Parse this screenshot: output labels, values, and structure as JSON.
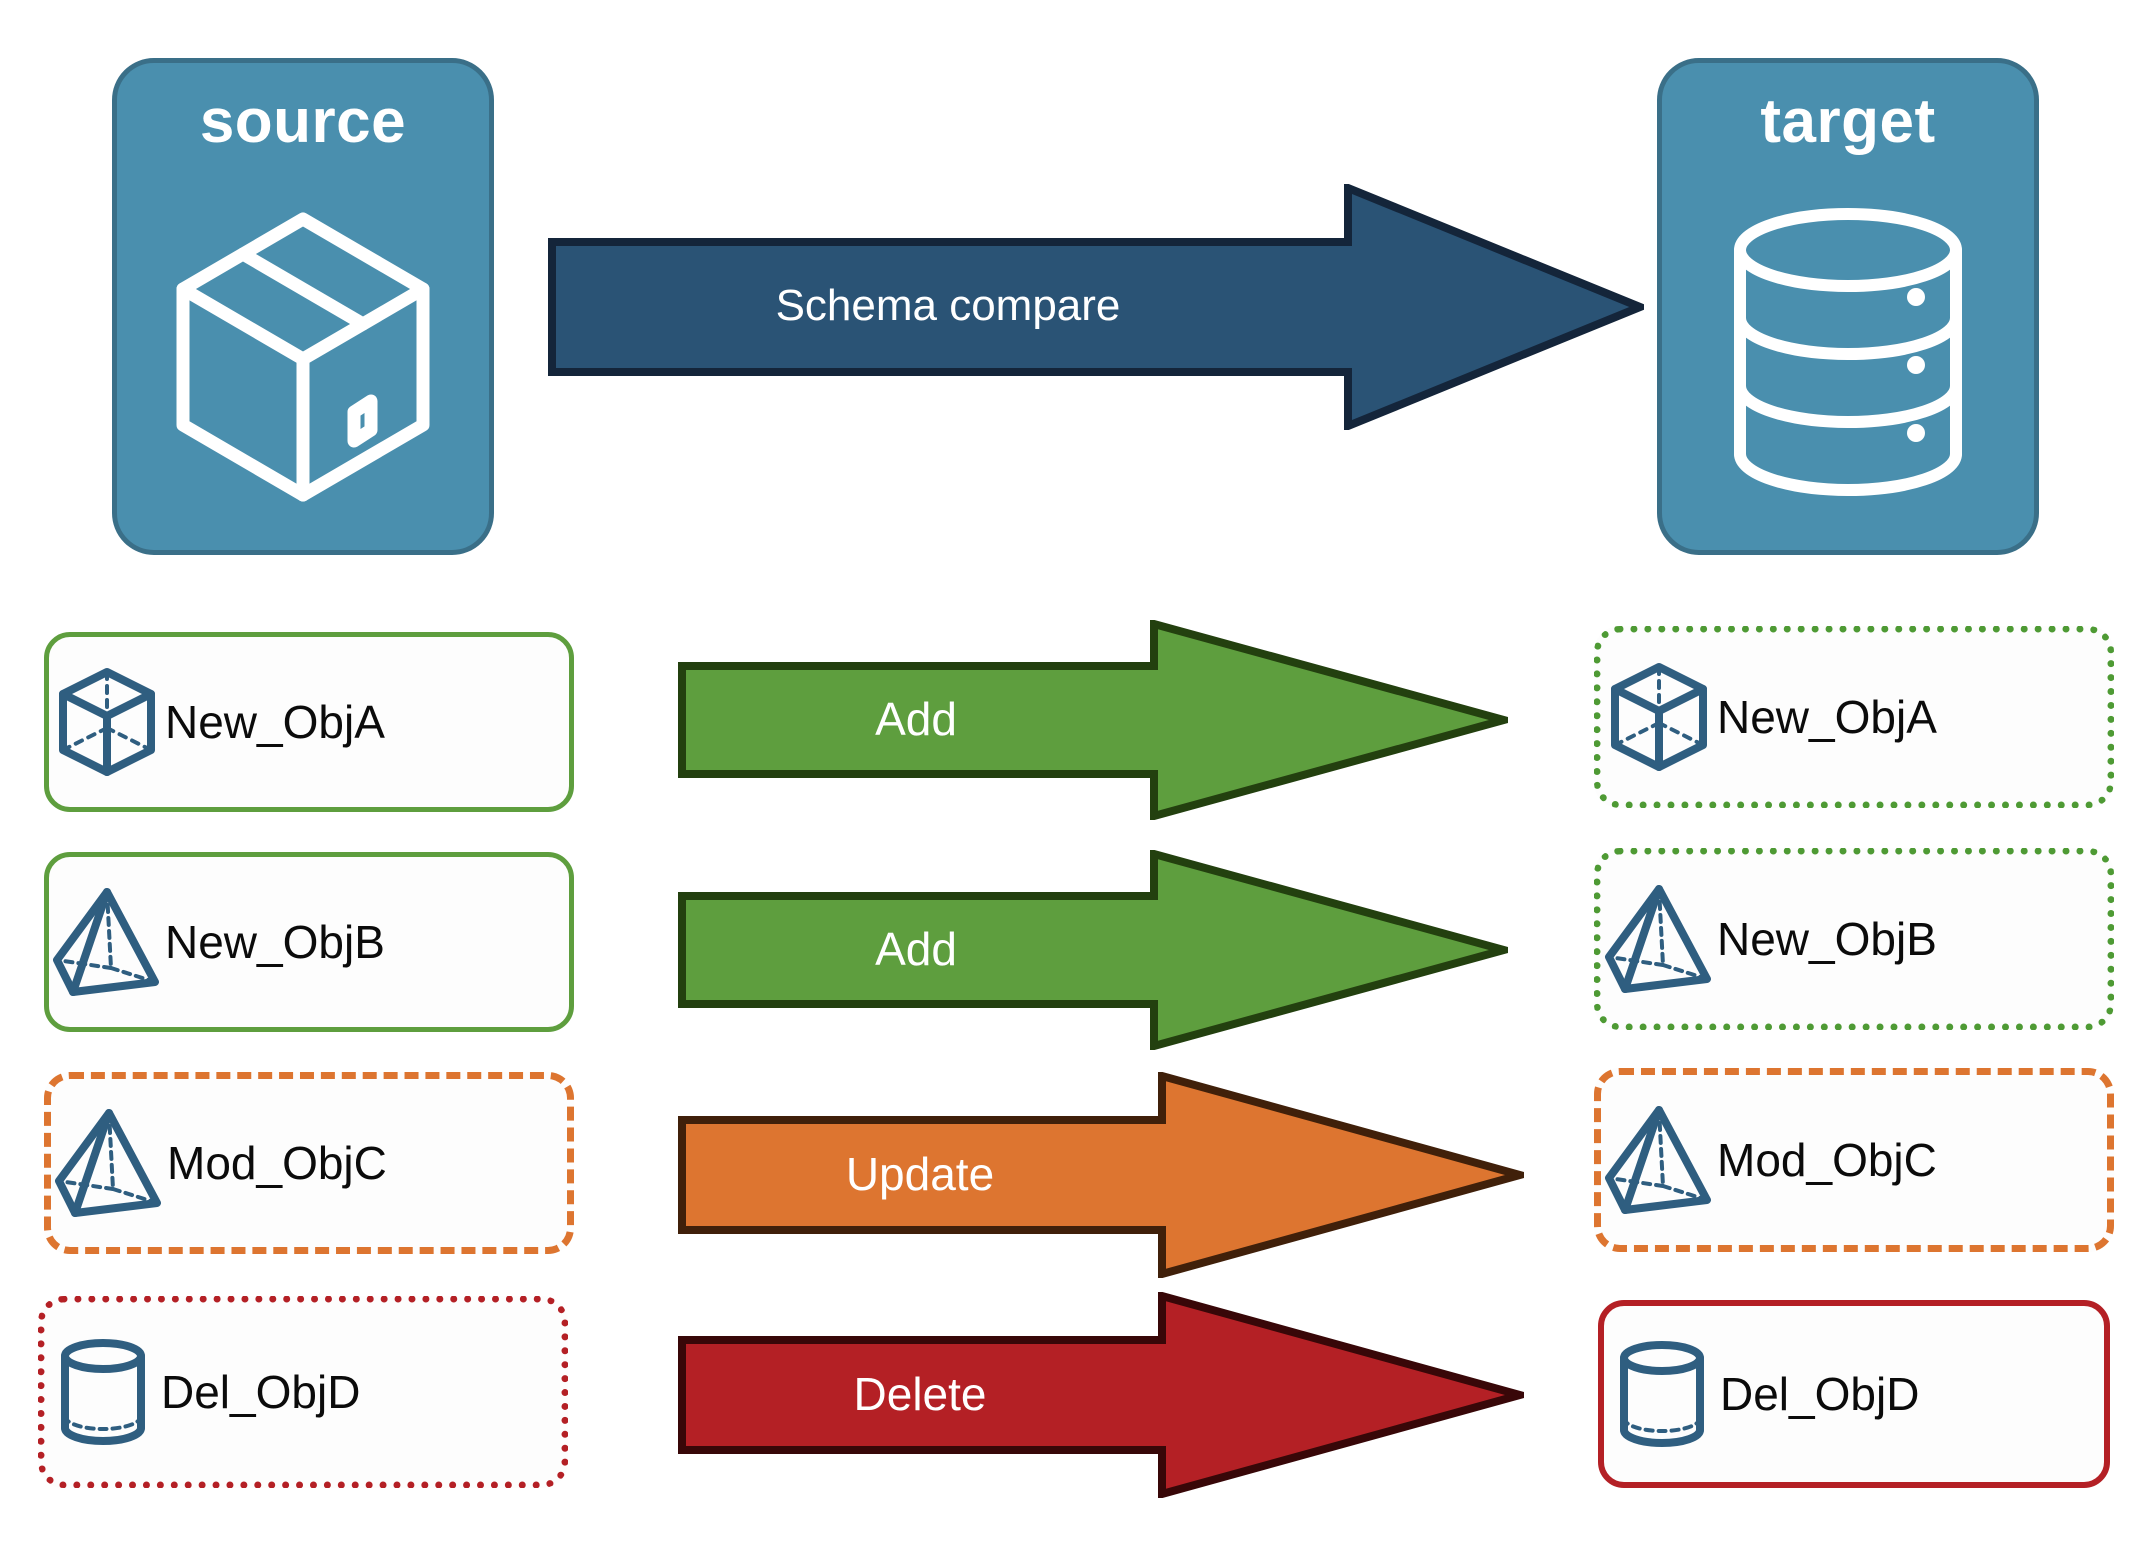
{
  "diagram": {
    "title_source": "source",
    "title_target": "target",
    "compare_arrow_label": "Schema compare",
    "source_icon": "package-box-icon",
    "target_icon": "database-cylinder-icon"
  },
  "colors": {
    "endpoint_fill": "#4A8FAE",
    "endpoint_stroke": "#3A6F88",
    "compare_arrow_fill": "#2A5375",
    "compare_arrow_stroke": "#14253A",
    "add_fill": "#5E9E3E",
    "add_stroke": "#23400F",
    "update_fill": "#DD7530",
    "update_stroke": "#40200A",
    "delete_fill": "#B42025",
    "delete_stroke": "#380708",
    "object_icon": "#2F5E80",
    "label_text": "#0B0B0B"
  },
  "rows": [
    {
      "action": "Add",
      "arrow_style": "add",
      "source": {
        "label": "New_ObjA",
        "icon": "wireframe-cube-icon",
        "border": "solid-green"
      },
      "target": {
        "label": "New_ObjA",
        "icon": "wireframe-cube-icon",
        "border": "dotted-green"
      }
    },
    {
      "action": "Add",
      "arrow_style": "add",
      "source": {
        "label": "New_ObjB",
        "icon": "wireframe-pyramid-icon",
        "border": "solid-green"
      },
      "target": {
        "label": "New_ObjB",
        "icon": "wireframe-pyramid-icon",
        "border": "dotted-green"
      }
    },
    {
      "action": "Update",
      "arrow_style": "update",
      "source": {
        "label": "Mod_ObjC",
        "icon": "wireframe-pyramid-icon",
        "border": "dashed-orange"
      },
      "target": {
        "label": "Mod_ObjC",
        "icon": "wireframe-pyramid-icon",
        "border": "dashed-orange"
      }
    },
    {
      "action": "Delete",
      "arrow_style": "delete",
      "source": {
        "label": "Del_ObjD",
        "icon": "wireframe-cylinder-icon",
        "border": "dotted-red"
      },
      "target": {
        "label": "Del_ObjD",
        "icon": "wireframe-cylinder-icon",
        "border": "solid-red"
      }
    }
  ]
}
